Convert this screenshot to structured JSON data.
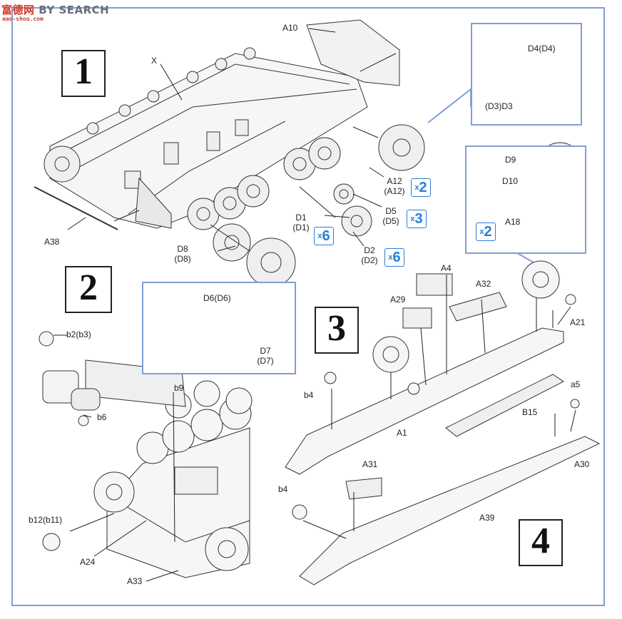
{
  "watermark": {
    "site": "BY SEARCH",
    "url": "aao-shou.com",
    "logo_glyph": "富德网"
  },
  "steps": [
    "1",
    "2",
    "3",
    "4"
  ],
  "quantities": {
    "a12": "2",
    "d5": "3",
    "d1": "6",
    "d2": "6",
    "d9": "2"
  },
  "labels": {
    "a10": "A10",
    "x": "X",
    "a38": "A38",
    "d8": "D8",
    "d8b": "(D8)",
    "d1": "D1",
    "d1b": "(D1)",
    "d2": "D2",
    "d2b": "(D2)",
    "d5": "D5",
    "d5b": "(D5)",
    "a12": "A12",
    "a12b": "(A12)",
    "d4": "D4(D4)",
    "d3": "(D3)D3",
    "d9": "D9",
    "d10": "D10",
    "a18": "A18",
    "d6": "D6(D6)",
    "d7": "D7",
    "d7b": "(D7)",
    "b2": "b2(b3)",
    "b6": "b6",
    "b9": "b9",
    "b12": "b12(b11)",
    "a24": "A24",
    "a33": "A33",
    "a4": "A4",
    "a29": "A29",
    "a32": "A32",
    "a21": "A21",
    "b4": "b4",
    "a1": "A1",
    "a5": "a5",
    "b15": "B15",
    "a30": "A30",
    "a31": "A31",
    "b4b": "b4",
    "a39": "A39"
  },
  "colors": {
    "frame": "#7f9fd3",
    "qty": "#2a7fd4",
    "ink": "#222222"
  }
}
